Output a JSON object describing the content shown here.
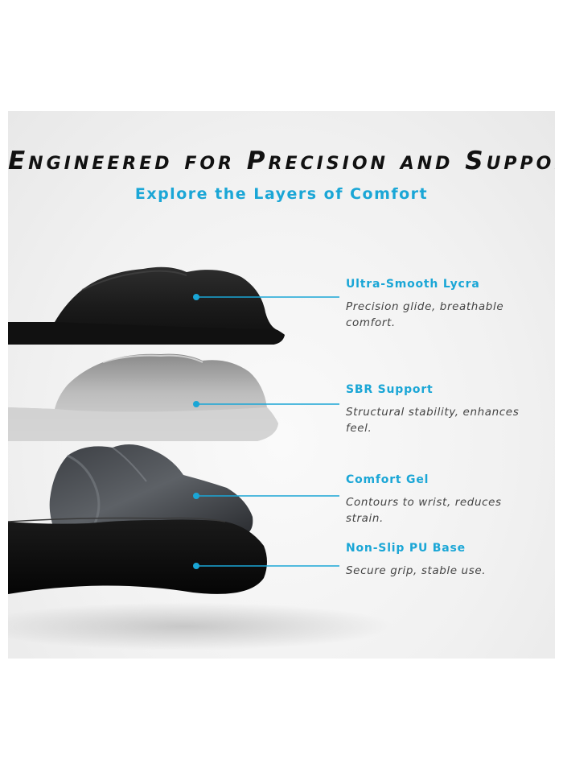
{
  "headline": "Engineered for Precision and Support",
  "subheadline": "Explore the Layers of Comfort",
  "accent_color": "#1aa6d6",
  "layers": [
    {
      "title": "Ultra-Smooth Lycra",
      "description": "Precision glide, breathable comfort."
    },
    {
      "title": "SBR Support",
      "description": "Structural stability, enhances feel."
    },
    {
      "title": "Comfort Gel",
      "description": "Contours to wrist, reduces strain."
    },
    {
      "title": "Non-Slip PU Base",
      "description": "Secure grip, stable use."
    }
  ]
}
